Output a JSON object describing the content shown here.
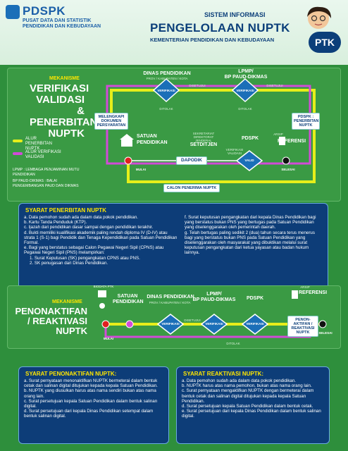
{
  "header": {
    "logo_text": "PDSPK",
    "logo_sub1": "PUSAT DATA DAN STATISTIK",
    "logo_sub2": "PENDIDIKAN DAN KEBUDAYAAN",
    "sys_info": "SISTEM INFORMASI",
    "sys_title": "PENGELOLAAN NUPTK",
    "sys_ministry": "KEMENTERIAN PENDIDIKAN DAN KEBUDAYAAN",
    "badge": "PTK"
  },
  "section1": {
    "kicker": "MEKANISME",
    "title_1": "VERIFIKASI",
    "title_2": "VALIDASI &",
    "title_3": "PENERBITAN",
    "title_4": "NUPTK",
    "legend": [
      {
        "label": "ALUR PENERBITAN NUPTK",
        "color": "#e6ee1a"
      },
      {
        "label": "ALUR VERIFIKASI VALIDASI",
        "color": "#d24bd8"
      }
    ],
    "abbr_1": "LPMP : LEMBAGA PENJAMINAN MUTU PENDIDIKAN",
    "abbr_2": "BP PAUD-DIKMAS : BALAI PENGEMBANGAN PAUD DAN DIKMAS",
    "nodes": {
      "dinas": "DINAS PENDIDIKAN",
      "dinas_sub": "PROV / KABUPATEN / KOTA",
      "lpmp_1": "LPMP/",
      "lpmp_2": "BP PAUD-DIKMAS",
      "verifikasi": "VERIFIKASI",
      "disetujui": "DISETUJUI",
      "ditolak": "DITOLAK",
      "melengkapi": "MELENGKAPI DOKUMEN PERSYARATAN",
      "satuan_1": "SATUAN",
      "satuan_2": "PENDIDIKAN",
      "setditjen_pre": "SEKRETARIAT DIREKTORAT JENDERAL",
      "setditjen": "SETDITJEN",
      "pdspk": "PDSPK",
      "verval": "VERIFIKASI VALIDASI",
      "arsip": "ARSIP",
      "referensi": "REFERENSI",
      "pdspk_box": "PDSPK : PENERBITAN NUPTK",
      "dapodik": "DAPODIK",
      "valid": "VALID",
      "mulai": "MULAI",
      "selesai": "SELESAI",
      "calon": "CALON PENERIMA NUPTK"
    }
  },
  "syarat_penerbitan": {
    "title": "SYARAT PENERBITAN NUPTK",
    "left": [
      "a. Data pemohon sudah ada dalam data pokok pendidikan.",
      "b. Kartu Tanda Penduduk (KTP).",
      "c. Ijazah dari pendidikan dasar sampai dengan pendidikan terakhir.",
      "d. Bukti memiliki kualifikasi akademik paling rendah diploma IV (D-IV) atau strata 1 (S-1) bagi Pendidik dan Tenaga Kependidikan pada Satuan Pendidikan Formal.",
      "e. Bagi yang berstatus sebagai Calon Pegawai Negeri Sipil (CPNS) atau Pegawai Negeri Sipil (PNS) melampirkan:",
      "1. Surat Keputusan (SK) pengangkatan CPNS atau PNS.",
      "2. SK penugasan dari Dinas Pendidikan."
    ],
    "right": [
      "f. Surat keputusan pengangkatan dari kepala Dinas Pendidikan bagi yang berstatus bukan PNS yang bertugas pada Satuan Pendidikan yang diselenggarakan oleh pemerintah daerah.",
      "g. Telah bertugas paling sedikit 2 (dua) tahun secara terus menerus bagi yang berstatus bukan PNS pada Satuan Pendidikan yang diselenggarakan oleh masyarakat yang dibuktikan melalui surat keputusan pengangkatan dari ketua yayasan atau badan hukum lainnya."
    ]
  },
  "section2": {
    "kicker": "MEKANISME",
    "title_1": "PENONAKTIFAN",
    "title_2": "/ REAKTIVASI",
    "title_3": "NUPTK",
    "nodes": {
      "biodata": "BIODATA PTK",
      "satuan_1": "SATUAN",
      "satuan_2": "PENDIDIKAN",
      "dinas": "DINAS PENDIDIKAN",
      "dinas_sub": "PROV / KABUPATEN / KOTA",
      "lpmp_1": "LPMP/",
      "lpmp_2": "BP PAUD-DIKMAS",
      "pdspk": "PDSPK",
      "arsip": "ARSIP",
      "referensi": "REFERENSI",
      "verifikasi": "VERIFIKASI",
      "disetujui": "DISETUJUI",
      "ditolak": "DITOLAK",
      "box": "PENON-AKTIFAN / REAKTIVASI NUPTK",
      "mulai": "MULAI",
      "selesai": "SELESAI"
    }
  },
  "syarat_penonaktifan": {
    "title": "SYARAT PENONAKTIFAN NUPTK:",
    "items": [
      "a. Surat pernyataan menonaktifkan NUPTK bermeterai dalam bentuk cetak dan salinan digital ditujukan kepada kepala Satuan Pendidikan.",
      "b. NUPTK yang diusulkan harus atas nama sendiri bukan atas nama orang lain.",
      "c. Surat persetujuan kepala Satuan Pendidikan dalam bentuk salinan digital.",
      "d. Surat persetujuan dari kepala Dinas Pendidikan setempat dalam bentuk salinan digital."
    ]
  },
  "syarat_reaktivasi": {
    "title": "SYARAT REAKTIVASI NUPTK:",
    "items": [
      "a. Data pemohon sudah ada dalam data pokok pendidikan.",
      "b. NUPTK harus atas nama pemohon, bukan atas nama orang lain.",
      "c. Surat pernyataan mengaktifkan NUPTK dengan bermeterai dalam bentuk cetak dan salinan digital ditujukan kepada kepala Satuan Pendidikan.",
      "d. Surat persetujuan kepala Satuan Pendidikan dalam bentuk cetak.",
      "e. Surat persetujuan dari kepala Dinas Pendidikan dalam bentuk salinan digital."
    ]
  },
  "colors": {
    "yellow_flow": "#e6ee1a",
    "purple_flow": "#d24bd8",
    "navy": "#0c3f7a",
    "green": "#2e8f3c"
  }
}
